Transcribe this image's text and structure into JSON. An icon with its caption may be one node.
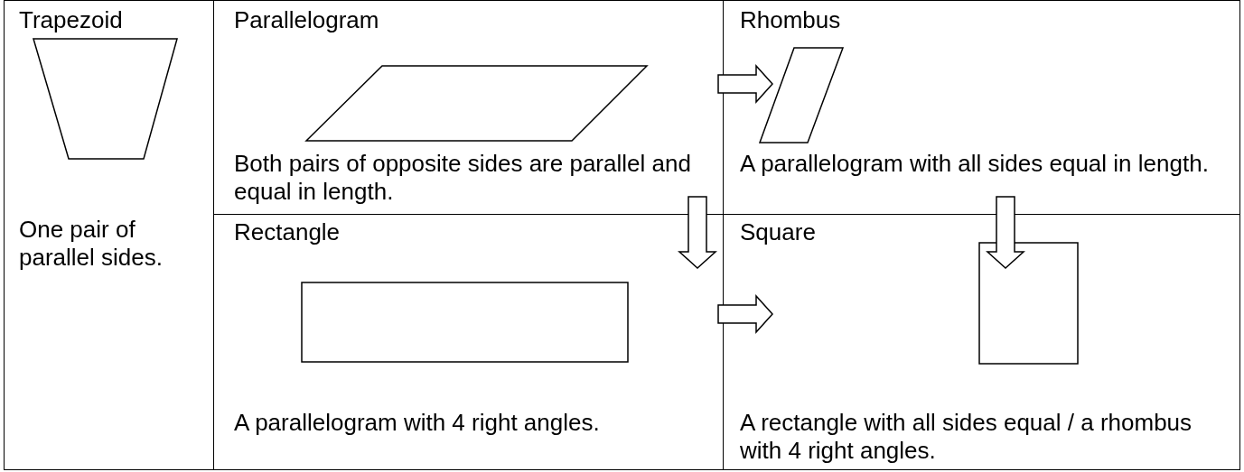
{
  "diagram": {
    "nodes": [
      {
        "text": [
          "Trapezoid",
          "One pair of parallel sides."
        ]
      },
      {
        "text": [
          "Parallelogram",
          "Both pairs of opposite sides are parallel and equal in length."
        ]
      },
      {
        "text": [
          "Rhombus",
          "A parallelogram with all sides equal in length."
        ]
      },
      {
        "text": [
          "Rectangle",
          "A parallelogram with 4 right angles."
        ]
      },
      {
        "text": [
          "Square",
          "A rectangle with all sides equal / a rhombus with 4 right angles."
        ]
      }
    ],
    "edges": [
      {
        "from": 1,
        "to": 2,
        "arrow": "to"
      },
      {
        "from": 1,
        "to": 3,
        "arrow": "to"
      },
      {
        "from": 2,
        "to": 4,
        "arrow": "to"
      },
      {
        "from": 3,
        "to": 4,
        "arrow": "to"
      }
    ]
  }
}
